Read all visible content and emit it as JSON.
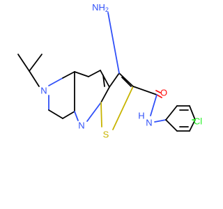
{
  "molecule": {
    "atom_labels": {
      "amino": "NH",
      "amino_sub": "2",
      "oxygen": "O",
      "amide_nh": "H",
      "amide_n": "N",
      "sulfur": "S",
      "pyridine_n": "N",
      "ring_n": "N",
      "chlorine": "Cl"
    },
    "colors": {
      "carbon_bond": "#000000",
      "nitrogen": "#3050F8",
      "oxygen": "#FF0D0D",
      "sulfur": "#C8B400",
      "chlorine": "#1FF01F"
    }
  }
}
